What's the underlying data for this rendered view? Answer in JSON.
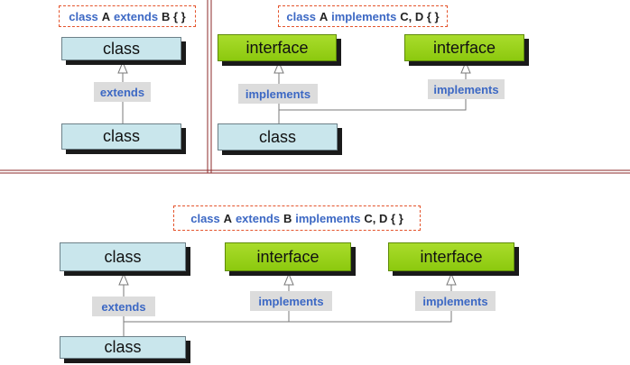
{
  "separators": {
    "vertical_line_color": "#8b2a2a",
    "horizontal_line_color": "#8b2a2a"
  },
  "panel_extends": {
    "code": [
      {
        "text": "class",
        "kind": "kw"
      },
      {
        "text": "A",
        "kind": "id"
      },
      {
        "text": "extends",
        "kind": "kw"
      },
      {
        "text": "B { }",
        "kind": "id"
      }
    ],
    "parent_label": "class",
    "relation_label": "extends",
    "child_label": "class"
  },
  "panel_implements": {
    "code": [
      {
        "text": "class",
        "kind": "kw"
      },
      {
        "text": "A",
        "kind": "id"
      },
      {
        "text": "implements",
        "kind": "kw"
      },
      {
        "text": "C, D { }",
        "kind": "id"
      }
    ],
    "interface_1_label": "interface",
    "interface_2_label": "interface",
    "relation_1_label": "implements",
    "relation_2_label": "implements",
    "child_label": "class"
  },
  "panel_both": {
    "code": [
      {
        "text": "class",
        "kind": "kw"
      },
      {
        "text": "A",
        "kind": "id"
      },
      {
        "text": "extends",
        "kind": "kw"
      },
      {
        "text": "B",
        "kind": "id"
      },
      {
        "text": "implements",
        "kind": "kw"
      },
      {
        "text": "C, D { }",
        "kind": "id"
      }
    ],
    "parent_label": "class",
    "interface_1_label": "interface",
    "interface_2_label": "interface",
    "extends_label": "extends",
    "relation_1_label": "implements",
    "relation_2_label": "implements",
    "child_label": "class"
  },
  "colors": {
    "class_box": "#c9e6ec",
    "interface_box": "#8cc90e",
    "keyword_text": "#3c68c4",
    "code_border": "#e4542c",
    "label_background": "#dcdcdc"
  }
}
